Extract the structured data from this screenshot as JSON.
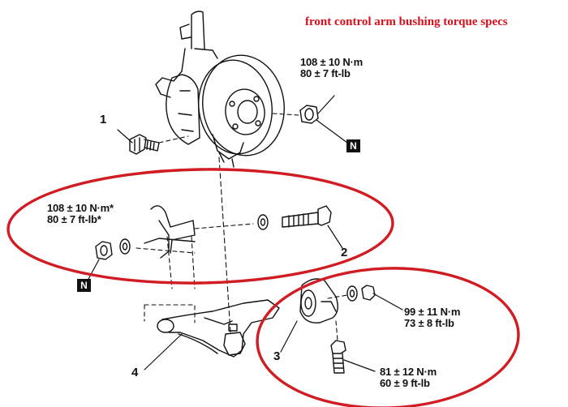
{
  "title": "front control arm bushing torque specs",
  "colors": {
    "title": "#d6101a",
    "ellipse": "#d01c22",
    "line": "#111111",
    "background": "#ffffff"
  },
  "specs": {
    "upper": {
      "nm": "108 ± 10 N·m",
      "ftlb": "80 ± 7 ft-lb"
    },
    "left": {
      "nm": "108 ± 10 N·m*",
      "ftlb": "80 ± 7 ft-lb*"
    },
    "right_top": {
      "nm": "99 ± 11 N·m",
      "ftlb": "73 ± 8 ft-lb"
    },
    "right_bottom": {
      "nm": "81 ± 12 N·m",
      "ftlb": "60 ± 9 ft-lb"
    }
  },
  "callouts": {
    "c1": "1",
    "c2": "2",
    "c3": "3",
    "c4": "4"
  },
  "nut_marks": {
    "upper": "N",
    "left": "N"
  }
}
